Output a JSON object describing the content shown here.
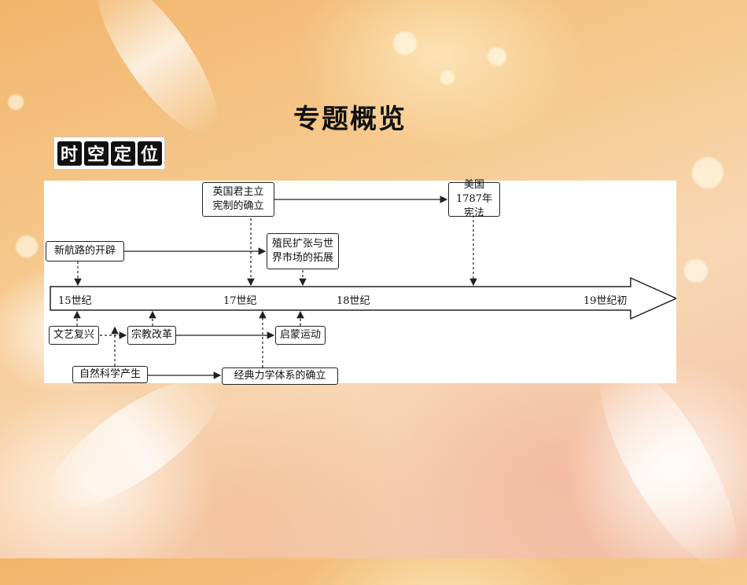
{
  "title": "专题概览",
  "badge": [
    "时",
    "空",
    "定",
    "位"
  ],
  "timeline": {
    "ticks": [
      "15世纪",
      "17世纪",
      "18世纪",
      "19世纪初"
    ]
  },
  "nodes": {
    "new_route": "新航路的开辟",
    "england": "英国君主立宪制的确立",
    "usa": "美国1787年宪法",
    "colonial": "殖民扩张与世界市场的拓展",
    "renaissance": "文艺复兴",
    "reformation": "宗教改革",
    "enlightenment": "启蒙运动",
    "natural_science": "自然科学产生",
    "mechanics": "经典力学体系的确立"
  }
}
